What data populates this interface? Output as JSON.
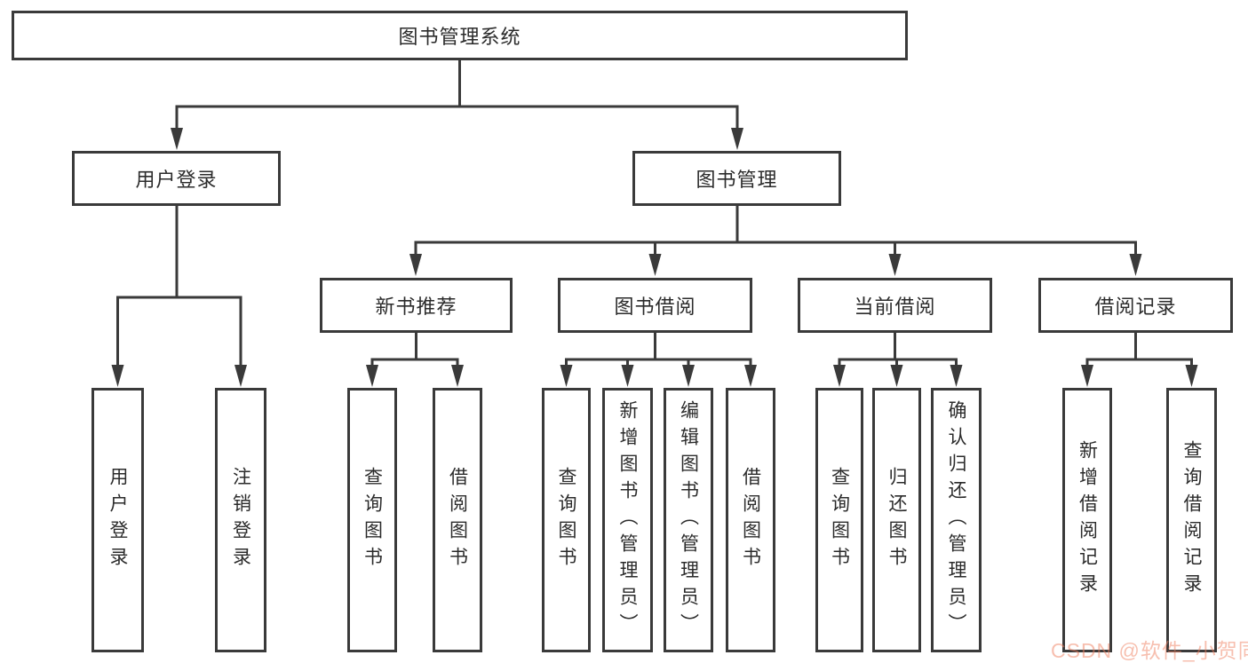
{
  "diagram": {
    "root": {
      "label": "图书管理系统"
    },
    "level2": [
      {
        "id": "user-login",
        "label": "用户登录"
      },
      {
        "id": "book-management",
        "label": "图书管理"
      }
    ],
    "level3": [
      {
        "id": "new-book-recommend",
        "label": "新书推荐"
      },
      {
        "id": "book-borrow",
        "label": "图书借阅"
      },
      {
        "id": "current-borrow",
        "label": "当前借阅"
      },
      {
        "id": "borrow-records",
        "label": "借阅记录"
      }
    ],
    "leaves": [
      {
        "id": "user-login-leaf",
        "parent": "user-login",
        "label": "用户登录"
      },
      {
        "id": "logout",
        "parent": "user-login",
        "label": "注销登录"
      },
      {
        "id": "search-book-1",
        "parent": "new-book-recommend",
        "label": "查询图书"
      },
      {
        "id": "borrow-book-1",
        "parent": "new-book-recommend",
        "label": "借阅图书"
      },
      {
        "id": "search-book-2",
        "parent": "book-borrow",
        "label": "查询图书"
      },
      {
        "id": "add-book-admin",
        "parent": "book-borrow",
        "label": "新增图书（管理员）"
      },
      {
        "id": "edit-book-admin",
        "parent": "book-borrow",
        "label": "编辑图书（管理员）"
      },
      {
        "id": "borrow-book-2",
        "parent": "book-borrow",
        "label": "借阅图书"
      },
      {
        "id": "search-book-3",
        "parent": "current-borrow",
        "label": "查询图书"
      },
      {
        "id": "return-book",
        "parent": "current-borrow",
        "label": "归还图书"
      },
      {
        "id": "confirm-return-admin",
        "parent": "current-borrow",
        "label": "确认归还（管理员）"
      },
      {
        "id": "add-borrow-record",
        "parent": "borrow-records",
        "label": "新增借阅记录"
      },
      {
        "id": "search-borrow-record",
        "parent": "borrow-records",
        "label": "查询借阅记录"
      }
    ]
  },
  "watermark": {
    "text": "CSDN @软件_小贺同学"
  },
  "colors": {
    "line": "#3a3a3a",
    "box_border": "#3a3a3a",
    "text": "#2b2b2b",
    "background": "#ffffff",
    "watermark": "rgba(240,128,96,0.5)"
  }
}
